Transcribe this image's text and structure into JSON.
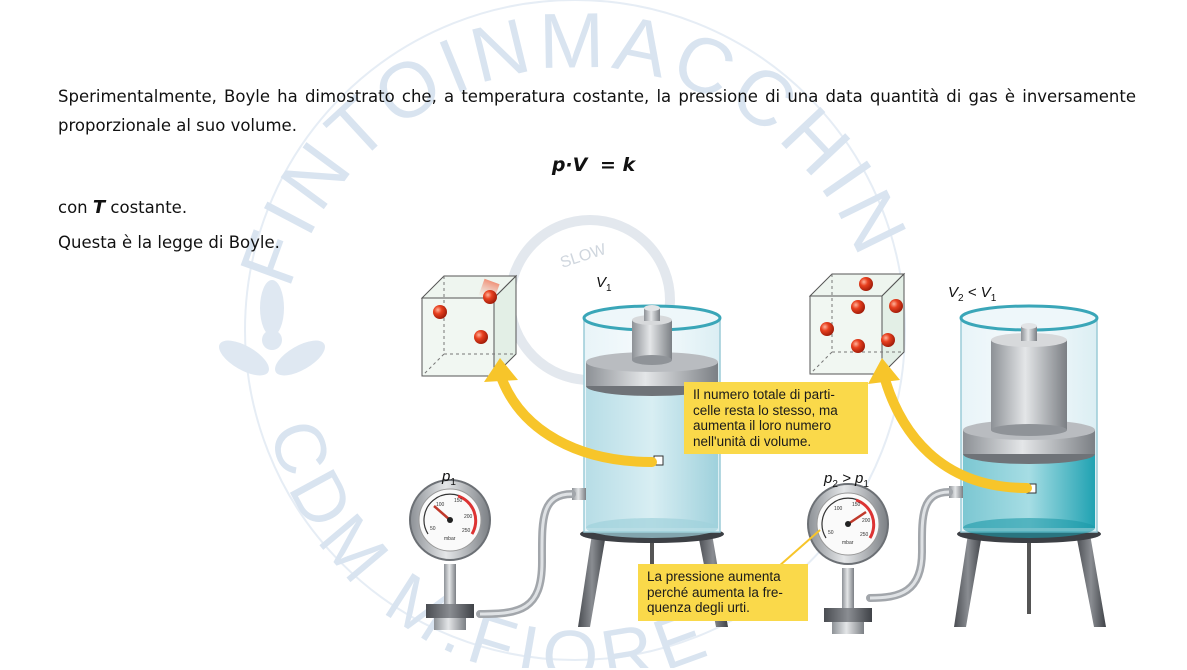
{
  "paragraph": "Sperimentalmente, Boyle ha dimostrato che, a temperatura costante, la pressione di una data quantità di gas è inversamente proporzionale al suo volume.",
  "formula": {
    "lhs": "p·V",
    "eq": "= k"
  },
  "condition": {
    "prefix": "con ",
    "variable": "T",
    "suffix": " costante."
  },
  "law_sentence": "Questa è la legge di Boyle.",
  "watermark": {
    "top_text": "FINTOINMACCHINA",
    "bottom_text": "CDM M.FIORE",
    "slow_text": "SLOW",
    "color": "#d6e2ef"
  },
  "illustration": {
    "v1_label": "V",
    "v1_sub": "1",
    "v2_label_a": "V",
    "v2_sub_a": "2",
    "v2_rel": " < V",
    "v2_sub_b": "1",
    "p1_label": "p",
    "p1_sub": "1",
    "p2_label_a": "p",
    "p2_sub_a": "2",
    "p2_rel": " > p",
    "p2_sub_b": "1",
    "callout_particles": "Il numero totale di parti-celle resta lo stesso, ma aumenta il loro numero nell'unità di volume.",
    "callout_particles_lines": [
      "Il numero totale di parti-",
      "celle resta lo stesso, ma",
      "aumenta il loro numero",
      "nell'unità di volume."
    ],
    "callout_pressure_lines": [
      "La pressione aumenta",
      "perché aumenta la fre-",
      "quenza degli urti."
    ],
    "gauge_unit": "mbar",
    "gauge_ticks": [
      "50",
      "100",
      "150",
      "200",
      "250"
    ],
    "colors": {
      "callout": "#fad94a",
      "arrow": "#f7c52a",
      "water_light": "#cfe8ee",
      "water_dark": "#2aa7b5",
      "particle": "#e23b1e"
    }
  }
}
